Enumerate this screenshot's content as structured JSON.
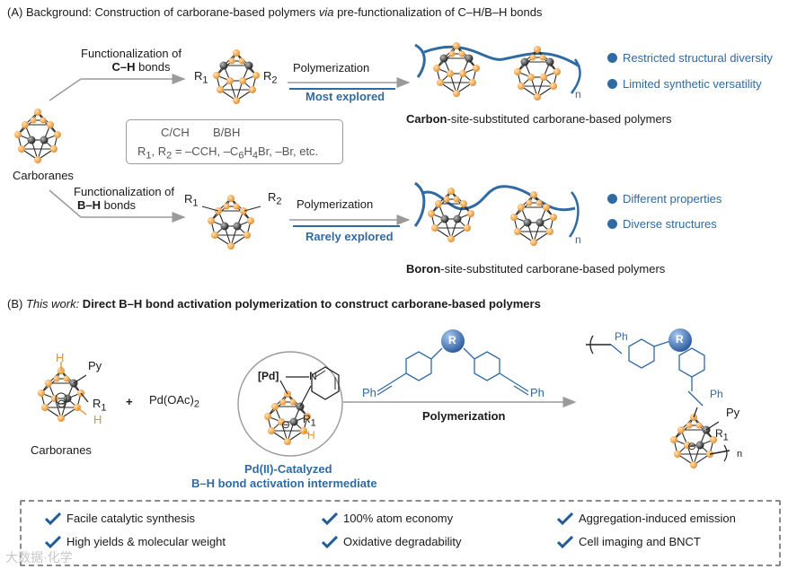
{
  "section_a": {
    "title_prefix": "(A) Background: Construction of carborane-based polymers ",
    "title_via": "via",
    "title_suffix": " pre-functionalization of C–H/B–H bonds",
    "carboranes_label": "Carboranes",
    "ch": {
      "func_label_1": "Functionalization of",
      "func_label_2_bold": "C–H",
      "func_label_2_rest": " bonds",
      "polymerization": "Polymerization",
      "note": "Most explored",
      "caption_bold": "Carbon",
      "caption_rest": "-site-substituted carborane-based polymers",
      "bullets": [
        "Restricted structural diversity",
        "Limited synthetic versatility"
      ],
      "subscript_n": "n",
      "r1": "R",
      "r1_sub": "1",
      "r2": "R",
      "r2_sub": "2"
    },
    "bh": {
      "func_label_1": "Functionalization of",
      "func_label_2_bold": "B–H",
      "func_label_2_rest": " bonds",
      "polymerization": "Polymerization",
      "note": "Rarely explored",
      "caption_bold": "Boron",
      "caption_rest": "-site-substituted carborane-based polymers",
      "bullets": [
        "Different properties",
        "Diverse structures"
      ],
      "subscript_n": "n",
      "r1": "R",
      "r1_sub": "1",
      "r2": "R",
      "r2_sub": "2"
    },
    "legend": {
      "c_label": "C/CH",
      "b_label": "B/BH",
      "r_line_prefix": "R",
      "r1_sub": "1",
      "r_mid": ", R",
      "r2_sub": "2",
      "r_eq": " = –CCH, –C",
      "c6_sub": "6",
      "h": "H",
      "h4_sub": "4",
      "r_tail": "Br, –Br, etc."
    }
  },
  "section_b": {
    "title_prefix": "(B) ",
    "title_italic": "This work:",
    "title_bold": " Direct B–H bond activation polymerization to construct carborane-based polymers",
    "carboranes_label": "Carboranes",
    "plus": "+",
    "pd_reagent": "Pd(OAc)",
    "pd_sub": "2",
    "h_top": "H",
    "h_bottom": "H",
    "py": "Py",
    "r1": "R",
    "r1_sub": "1",
    "pd_tag": "[Pd]",
    "n_atom": "N",
    "minus": "⊖",
    "intermediate_h": "H",
    "intermediate_r1": "R",
    "intermediate_r1_sub": "1",
    "monomer_r": "R",
    "ph_left": "Ph",
    "ph_right": "Ph",
    "polymerization": "Polymerization",
    "intermediate_caption_1": "Pd(II)-Catalyzed",
    "intermediate_caption_2": "B–H bond activation intermediate",
    "product": {
      "ph_top": "Ph",
      "ph_mid": "Ph",
      "py": "Py",
      "r": "R",
      "r1": "R",
      "r1_sub": "1",
      "n": "n"
    }
  },
  "features": [
    "Facile catalytic synthesis",
    "100% atom economy",
    "Aggregation-induced emission",
    "High yields & molecular weight",
    "Oxidative degradability",
    "Cell imaging and BNCT"
  ],
  "watermark": "大数据·化学",
  "colors": {
    "accent_blue": "#2f6aa3",
    "boron_orange": "#f0a64a",
    "carbon_grey": "#444444",
    "arrow_grey": "#9a9a9a",
    "check_blue": "#1f5c99"
  }
}
